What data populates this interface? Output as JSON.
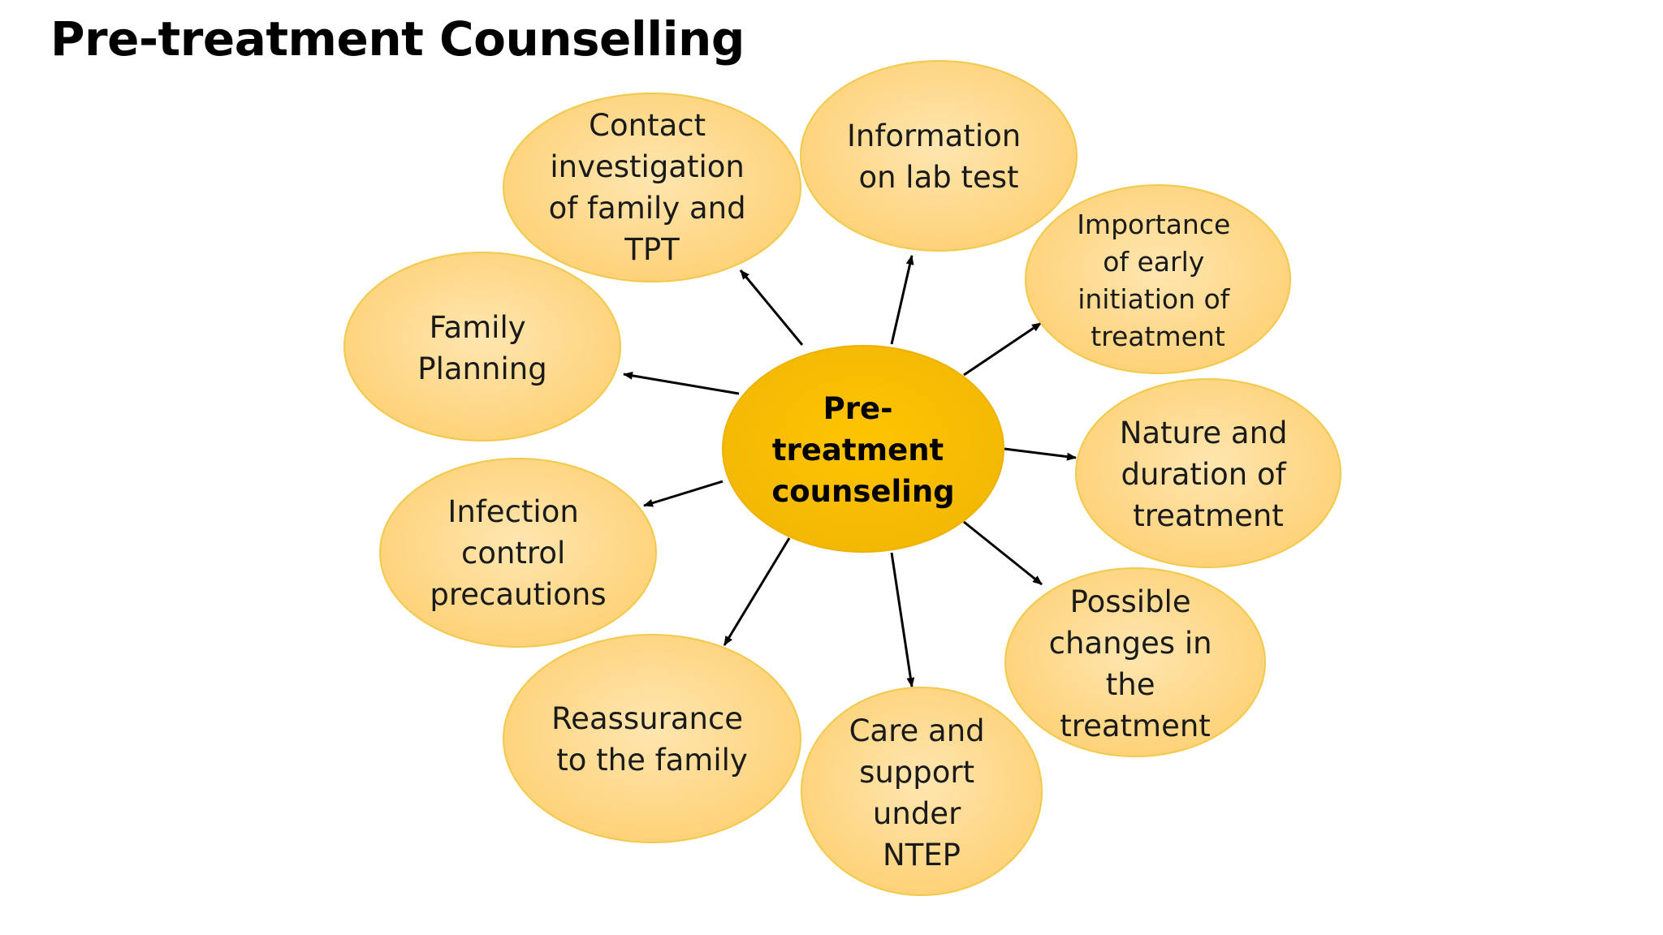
{
  "title": "Pre-treatment Counselling",
  "center": {
    "lines": [
      "Pre-",
      "treatment",
      "counseling"
    ]
  },
  "nodes": [
    {
      "id": "contact-investigation",
      "lines": [
        "Contact",
        "investigation",
        "of family and",
        "TPT"
      ]
    },
    {
      "id": "information-lab-test",
      "lines": [
        "Information",
        "on lab test"
      ]
    },
    {
      "id": "early-initiation",
      "lines": [
        "Importance",
        "of early",
        "initiation of",
        "treatment"
      ]
    },
    {
      "id": "nature-duration",
      "lines": [
        "Nature and",
        "duration of",
        "treatment"
      ]
    },
    {
      "id": "possible-changes",
      "lines": [
        "Possible",
        "changes in",
        "the",
        "treatment"
      ]
    },
    {
      "id": "care-support",
      "lines": [
        "Care and",
        "support",
        "under",
        "NTEP"
      ]
    },
    {
      "id": "reassurance",
      "lines": [
        "Reassurance",
        "to the family"
      ]
    },
    {
      "id": "infection-control",
      "lines": [
        "Infection",
        "control",
        "precautions"
      ]
    },
    {
      "id": "family-planning",
      "lines": [
        "Family",
        "Planning"
      ]
    }
  ],
  "colors": {
    "center_fill_inner": "#FFC000",
    "center_fill_outer": "#F5B800",
    "node_fill_inner": "#FFE0A0",
    "node_fill_outer": "#FDD37A",
    "node_stroke": "#F2C94C",
    "arrow": "#000000"
  }
}
